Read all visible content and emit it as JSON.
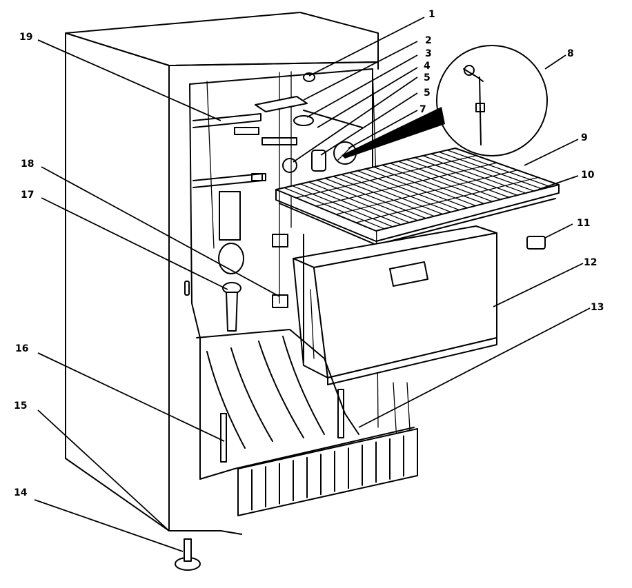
{
  "callouts": [
    {
      "num": "1",
      "part": "part-1"
    },
    {
      "num": "2",
      "part": "part-2"
    },
    {
      "num": "3",
      "part": "part-3"
    },
    {
      "num": "4",
      "part": "part-4"
    },
    {
      "num": "5",
      "part": "part-5a"
    },
    {
      "num": "5",
      "part": "part-5b"
    },
    {
      "num": "7",
      "part": "part-7"
    },
    {
      "num": "8",
      "part": "part-8"
    },
    {
      "num": "9",
      "part": "part-9"
    },
    {
      "num": "10",
      "part": "part-10"
    },
    {
      "num": "11",
      "part": "part-11"
    },
    {
      "num": "12",
      "part": "part-12"
    },
    {
      "num": "13",
      "part": "part-13"
    },
    {
      "num": "14",
      "part": "part-14"
    },
    {
      "num": "15",
      "part": "part-15"
    },
    {
      "num": "16",
      "part": "part-16"
    },
    {
      "num": "17",
      "part": "part-17"
    },
    {
      "num": "18",
      "part": "part-18"
    },
    {
      "num": "19",
      "part": "part-19"
    }
  ],
  "colors": {
    "line": "#000000",
    "background": "#ffffff"
  }
}
